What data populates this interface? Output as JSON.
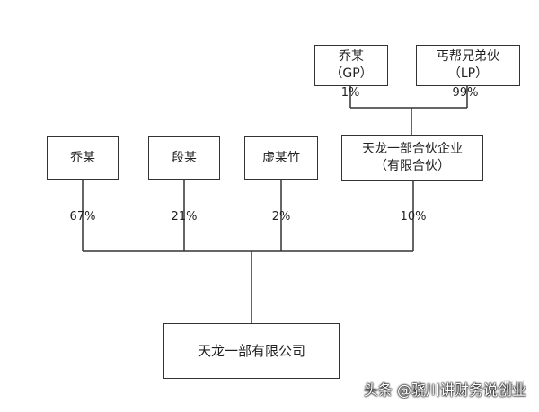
{
  "top_partners": [
    {
      "line1": "乔某",
      "line2": "（GP）",
      "share": "1%"
    },
    {
      "line1": "丐帮兄弟伙",
      "line2": "（LP）",
      "share": "99%"
    }
  ],
  "shareholders": [
    {
      "line1": "乔某",
      "line2": "",
      "share": "67%"
    },
    {
      "line1": "段某",
      "line2": "",
      "share": "21%"
    },
    {
      "line1": "虚某竹",
      "line2": "",
      "share": "2%"
    },
    {
      "line1": "天龙一部合伙企业",
      "line2": "（有限合伙）",
      "share": "10%"
    }
  ],
  "company": "天龙一部有限公司",
  "watermark": "头条 @骁川讲财务说创业",
  "watermark_faint": "骁川"
}
